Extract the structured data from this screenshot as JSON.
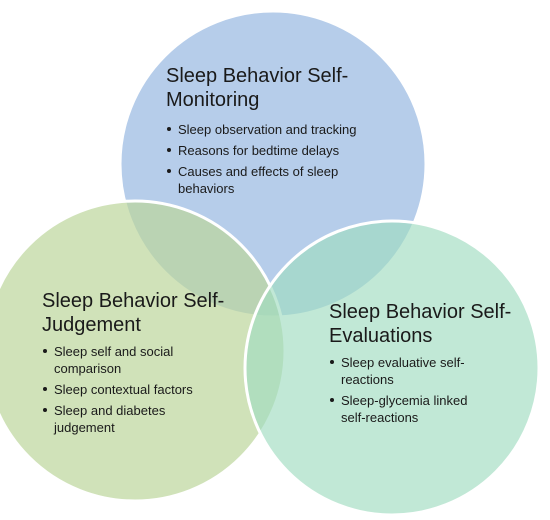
{
  "colors": {
    "monitoring": "#a9c4e6",
    "judgement": "#bcd59b",
    "evaluations": "#9fdcc0",
    "outline": "#ffffff"
  },
  "circles": [
    {
      "id": "monitoring",
      "title": "Sleep Behavior Self-Monitoring",
      "title_lines": [
        "Sleep Behavior Self-",
        "Monitoring"
      ],
      "items": [
        {
          "lines": [
            "Sleep observation and tracking"
          ]
        },
        {
          "lines": [
            "Reasons for bedtime delays"
          ]
        },
        {
          "lines": [
            "Causes and effects of sleep",
            "behaviors"
          ]
        }
      ]
    },
    {
      "id": "judgement",
      "title": "Sleep Behavior Self-Judgement",
      "title_lines": [
        "Sleep Behavior Self-",
        "Judgement"
      ],
      "items": [
        {
          "lines": [
            "Sleep self and social",
            "comparison"
          ]
        },
        {
          "lines": [
            "Sleep contextual factors"
          ]
        },
        {
          "lines": [
            "Sleep and diabetes",
            "judgement"
          ]
        }
      ]
    },
    {
      "id": "evaluations",
      "title": "Sleep Behavior Self-Evaluations",
      "title_lines": [
        "Sleep Behavior Self-",
        "Evaluations"
      ],
      "items": [
        {
          "lines": [
            "Sleep evaluative self-",
            "reactions"
          ]
        },
        {
          "lines": [
            "Sleep-glycemia linked",
            "self-reactions"
          ]
        }
      ]
    }
  ]
}
